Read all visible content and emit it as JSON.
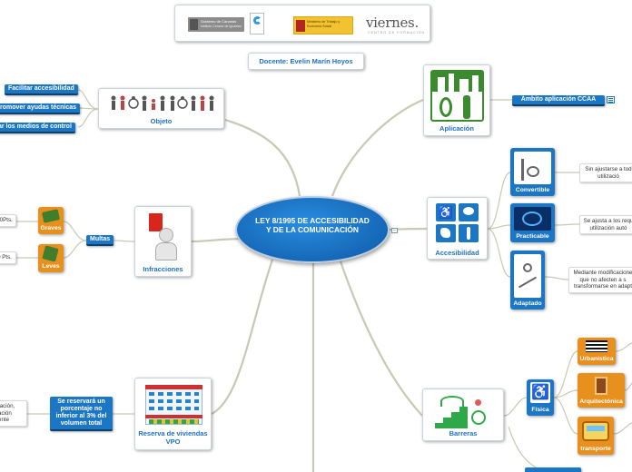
{
  "central": {
    "title": "LEY 8/1995  DE ACCESIBILIDAD Y DE LA COMUNICACIÓN"
  },
  "header": {
    "logo_left_text": "Gobierno de Canarias",
    "logo_left_sub": "Instituto Canario de Igualdad",
    "logo_mid_text": "Ministerio de Trabajo y Economía Social",
    "logo_right_text": "viernes.",
    "logo_right_sub": "CENTRO DE FORMACIÓN"
  },
  "docente": "Docente: Evelin Marín Hoyos",
  "objeto": {
    "label": "Objeto",
    "items": [
      "Facilitar accesibilidad",
      "romover ayudas técnicas",
      "ar los medios de control"
    ]
  },
  "aplicacion": {
    "label": "Aplicación",
    "child": "Ámbito aplicación CCAA"
  },
  "infracciones": {
    "label": "Infracciones",
    "multas": "Multas",
    "graves": {
      "label": "Graves",
      "note": "00Pts."
    },
    "leves": {
      "label": "Leves",
      "note": "0 Pts."
    }
  },
  "accesibilidad": {
    "label": "Accesibilidad",
    "children": [
      {
        "label": "Convertible",
        "note": "Sin ajustarse a tod utilizació"
      },
      {
        "label": "Practicable",
        "note": "Se ajusta a los requ utilización autó"
      },
      {
        "label": "Adaptado",
        "note": "Mediante modificacione que no afecten a s transformarse en adapt"
      }
    ]
  },
  "reserva": {
    "label": "Reserva de viviendas VPO",
    "child": "Se reservará un porcentaje no inferior al 3% del volumen total",
    "note": "tación, ación ente"
  },
  "barreras": {
    "label": "Barreras",
    "fisica": "Física",
    "children": [
      "Urbanística",
      "Arquitectónica",
      "transporte"
    ]
  },
  "colors": {
    "accent": "#1b76c4",
    "orange": "#e8901e",
    "link": "#c7c9b4"
  }
}
